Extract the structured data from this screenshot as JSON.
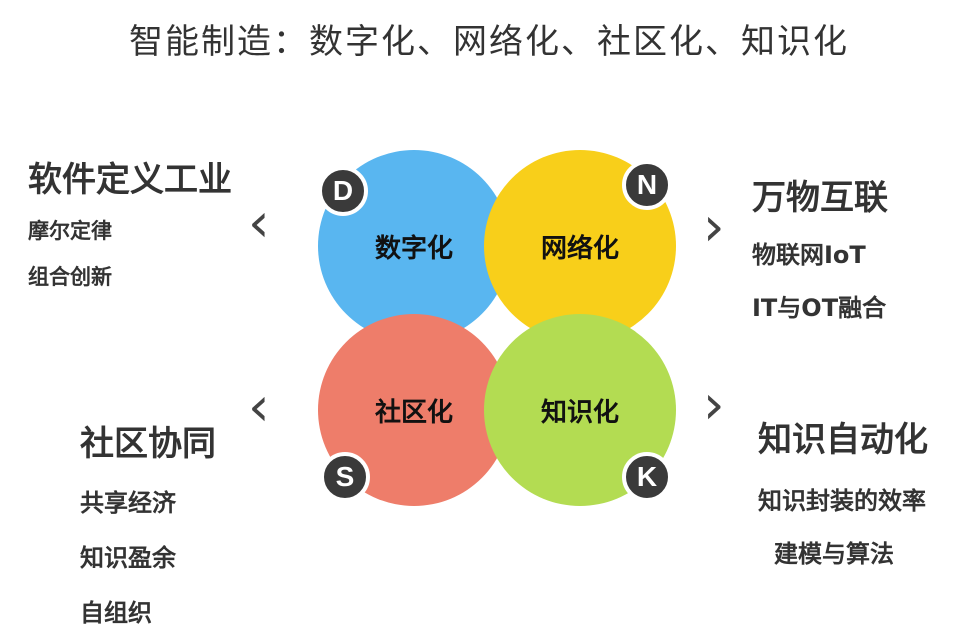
{
  "title": "智能制造：数字化、网络化、社区化、知识化",
  "colors": {
    "digital": "#59b6f0",
    "network": "#f8cf1a",
    "community": "#ee7d6a",
    "knowledge": "#b3dc52",
    "badge": "#3a3a3a"
  },
  "circles": {
    "digital": {
      "label": "数字化",
      "badge": "D"
    },
    "network": {
      "label": "网络化",
      "badge": "N"
    },
    "community": {
      "label": "社区化",
      "badge": "S"
    },
    "knowledge": {
      "label": "知识化",
      "badge": "K"
    }
  },
  "groups": {
    "top_left": {
      "heading": "软件定义工业",
      "items": [
        "摩尔定律",
        "组合创新"
      ]
    },
    "top_right": {
      "heading": "万物互联",
      "items": [
        "物联网IoT",
        "IT与OT融合"
      ]
    },
    "bottom_left": {
      "heading": "社区协同",
      "items": [
        "共享经济",
        "知识盈余",
        "自组织"
      ]
    },
    "bottom_right": {
      "heading": "知识自动化",
      "items": [
        "知识封装的效率",
        "建模与算法"
      ]
    }
  },
  "arrows": {
    "left": "‹",
    "right": "›"
  }
}
